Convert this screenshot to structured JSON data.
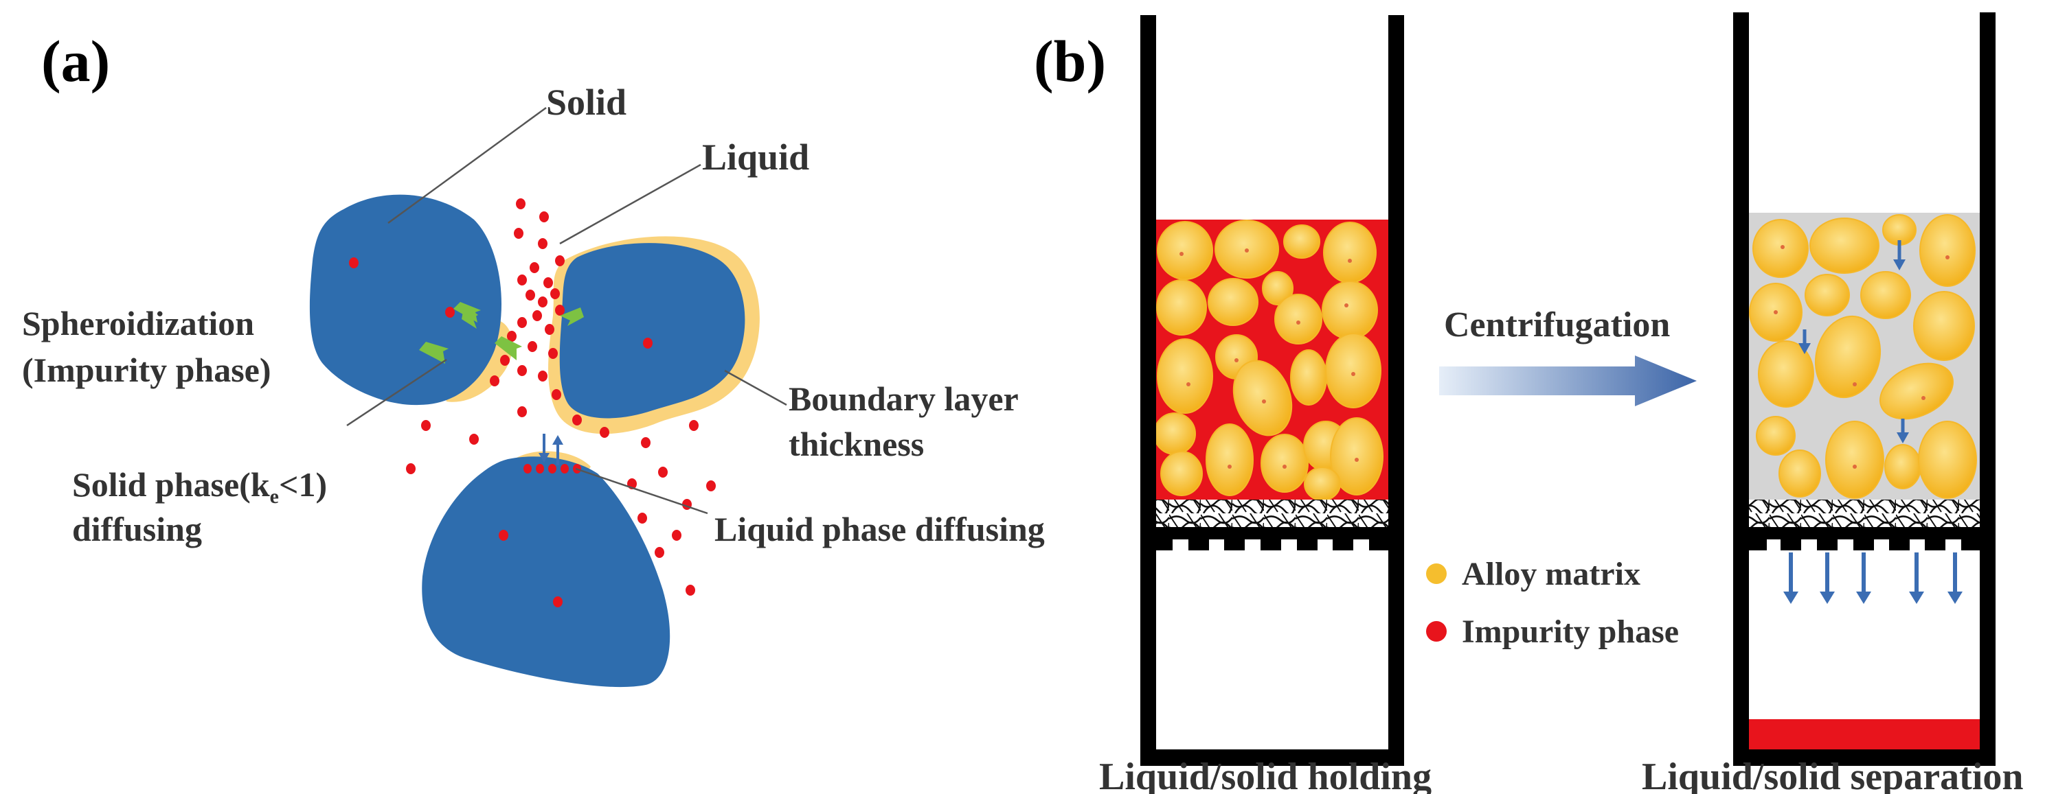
{
  "panels": {
    "a": {
      "tag": "(a)",
      "labels": {
        "solid": "Solid",
        "liquid": "Liquid",
        "spheroidization_1": "Spheroidization",
        "spheroidization_2": "(Impurity phase)",
        "boundary_1": "Boundary layer",
        "boundary_2": "thickness",
        "solid_phase_1": "Solid phase(k",
        "solid_phase_sub": "e",
        "solid_phase_2": "<1)",
        "solid_phase_3": "diffusing",
        "liquid_diffusing": "Liquid phase diffusing"
      }
    },
    "b": {
      "tag": "(b)",
      "arrow_label": "Centrifugation",
      "left_caption": "Liquid/solid holding",
      "right_caption": "Liquid/solid separation",
      "legend": [
        {
          "label": "Alloy matrix",
          "color": "#F5BE2E"
        },
        {
          "label": "Impurity phase",
          "color": "#E8141C"
        }
      ]
    }
  },
  "colors": {
    "solid_blue": "#2E6DAE",
    "boundary_yellow": "#FAD37C",
    "impurity_red": "#E8141C",
    "alloy_yellow": "#F5BE2E",
    "green_arrow": "#7DC242",
    "blue_arrow": "#4472C4",
    "grey_bg": "#D4D4D4"
  }
}
